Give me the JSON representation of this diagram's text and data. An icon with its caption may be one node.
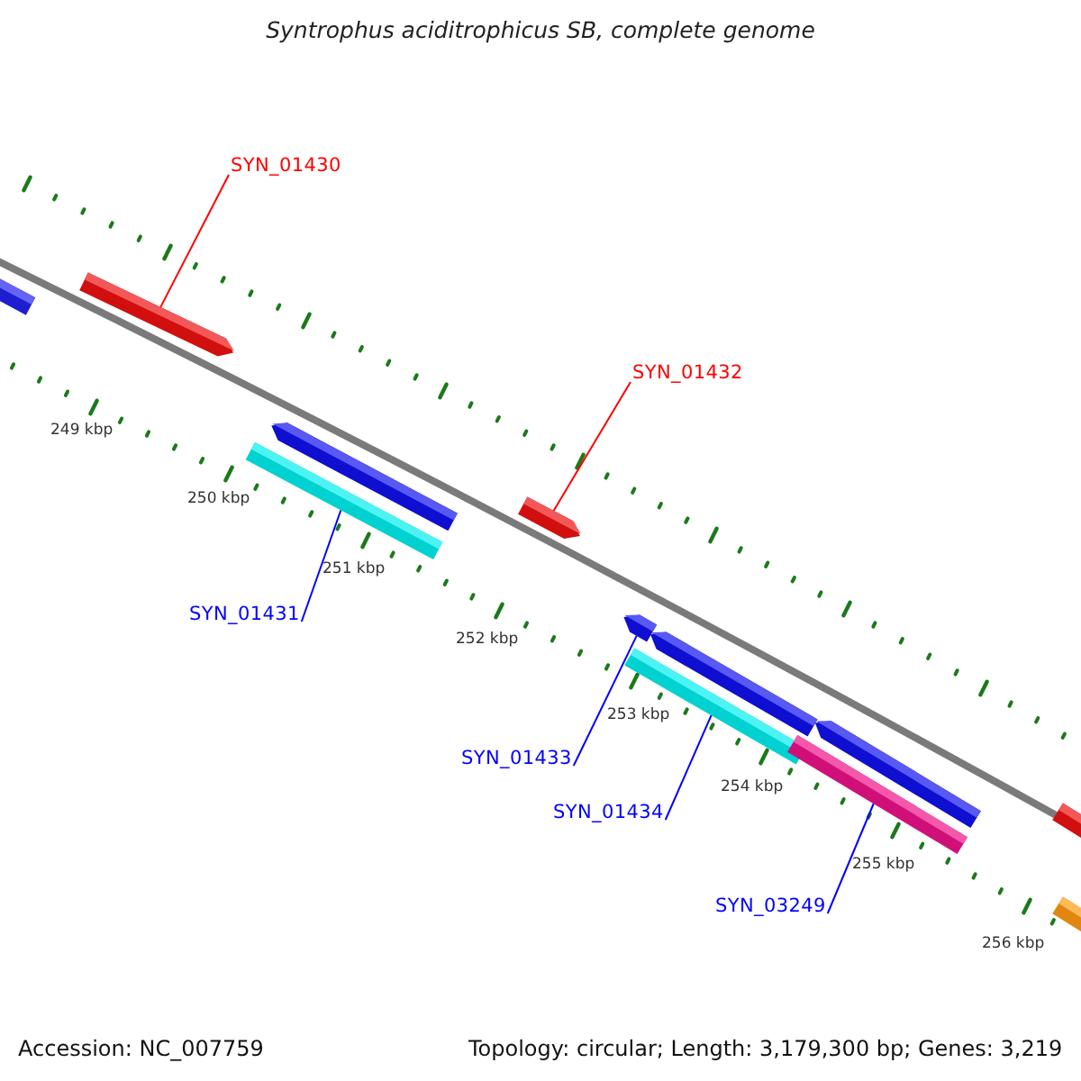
{
  "diagram": {
    "title": "Syntrophus aciditrophicus SB, complete genome",
    "nodes": [
      {
        "text": [
          "SYN_01430"
        ]
      },
      {
        "text": [
          "SYN_01432"
        ]
      },
      {
        "text": [
          "SYN_01431"
        ]
      },
      {
        "text": [
          "SYN_01433"
        ]
      },
      {
        "text": [
          "SYN_01434"
        ]
      },
      {
        "text": [
          "SYN_03249"
        ]
      },
      {
        "text": [],
        "shape": "bar"
      },
      {
        "text": [],
        "shape": "arrow"
      },
      {
        "text": [],
        "shape": "arrow"
      },
      {
        "text": [],
        "shape": "bar"
      },
      {
        "text": [],
        "shape": "arrow"
      },
      {
        "text": [],
        "shape": "arrow"
      },
      {
        "text": [],
        "shape": "arrow"
      },
      {
        "text": [],
        "shape": "bar"
      },
      {
        "text": [],
        "shape": "arrow"
      },
      {
        "text": [],
        "shape": "bar"
      },
      {
        "text": [],
        "shape": "bar"
      },
      {
        "text": [],
        "shape": "bar"
      }
    ],
    "edges": [
      {
        "from": 0,
        "to": 7,
        "arrow": "none",
        "color": "#ff0000"
      },
      {
        "from": 1,
        "to": 10,
        "arrow": "none",
        "color": "#ff0000"
      },
      {
        "from": 2,
        "to": 9,
        "arrow": "none"
      },
      {
        "from": 3,
        "to": 11,
        "arrow": "none"
      },
      {
        "from": 4,
        "to": 13,
        "arrow": "none"
      },
      {
        "from": 5,
        "to": 15,
        "arrow": "none"
      }
    ],
    "labels": [
      "249 kbp",
      "250 kbp",
      "251 kbp",
      "252 kbp",
      "253 kbp",
      "254 kbp",
      "255 kbp",
      "256 kbp",
      "Accession: NC_007759",
      "Topology: circular; Length: 3,179,300 bp; Genes: 3,219"
    ]
  }
}
